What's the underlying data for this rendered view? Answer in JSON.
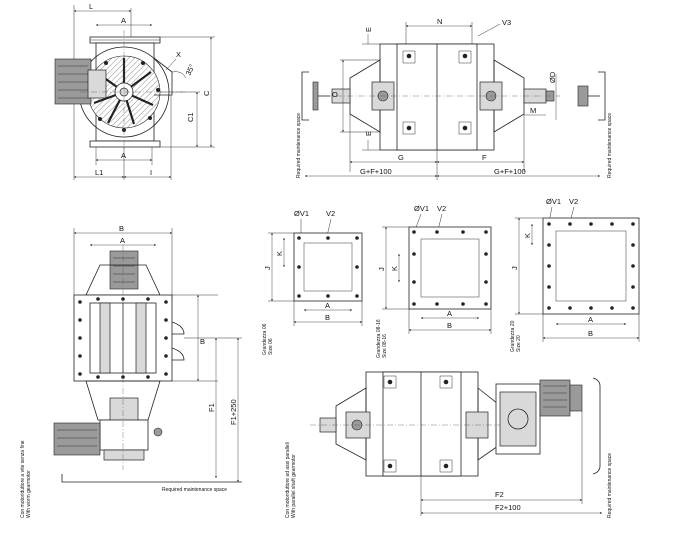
{
  "views": {
    "top_left": {
      "labels": {
        "L": "L",
        "A": "A",
        "X": "X",
        "angle": "35°",
        "C": "C",
        "C1": "C1",
        "A_bottom": "A",
        "L1": "L1",
        "I": "I"
      }
    },
    "top_right": {
      "labels": {
        "E_top": "E",
        "N": "N",
        "V3": "V3",
        "D": "ØD",
        "O": "O",
        "M": "M",
        "E_bottom": "E",
        "G": "G",
        "F": "F",
        "GF1": "G+F+100",
        "GF2": "G+F+100"
      },
      "maintenance_left": "Required maintenance space",
      "maintenance_right": "Required maintenance space"
    },
    "middle_left": {
      "labels": {
        "B_top": "B",
        "A_top": "A",
        "B_side": "B",
        "F1": "F1",
        "F1_250": "F1+250"
      },
      "caption_lines": [
        "Con motoriduttore a vite senza fine",
        "With worm gearmotor"
      ],
      "maintenance": "Required maintenance space"
    },
    "flanges": [
      {
        "id": "06",
        "labels": {
          "V1": "ØV1",
          "V2": "V2",
          "J": "J",
          "K": "K",
          "A": "A",
          "B": "B"
        },
        "caption_lines": [
          "Grandezza 06",
          "Size 06"
        ]
      },
      {
        "id": "08-16",
        "labels": {
          "V1": "ØV1",
          "V2": "V2",
          "J": "J",
          "K": "K",
          "A": "A",
          "B": "B"
        },
        "caption_lines": [
          "Grandezza 08-16",
          "Size 08-16"
        ]
      },
      {
        "id": "20",
        "labels": {
          "V1": "ØV1",
          "V2": "V2",
          "J": "J",
          "K": "K",
          "A": "A",
          "B": "B"
        },
        "caption_lines": [
          "Grandezza 20",
          "Size 20"
        ]
      }
    ],
    "bottom_right": {
      "labels": {
        "F2": "F2",
        "F2_100": "F2+100"
      },
      "caption_lines": [
        "Con motoriduttore ad assi paralleli",
        "With parallel shaft gearmotor"
      ],
      "maintenance": "Required maintenance space"
    }
  }
}
